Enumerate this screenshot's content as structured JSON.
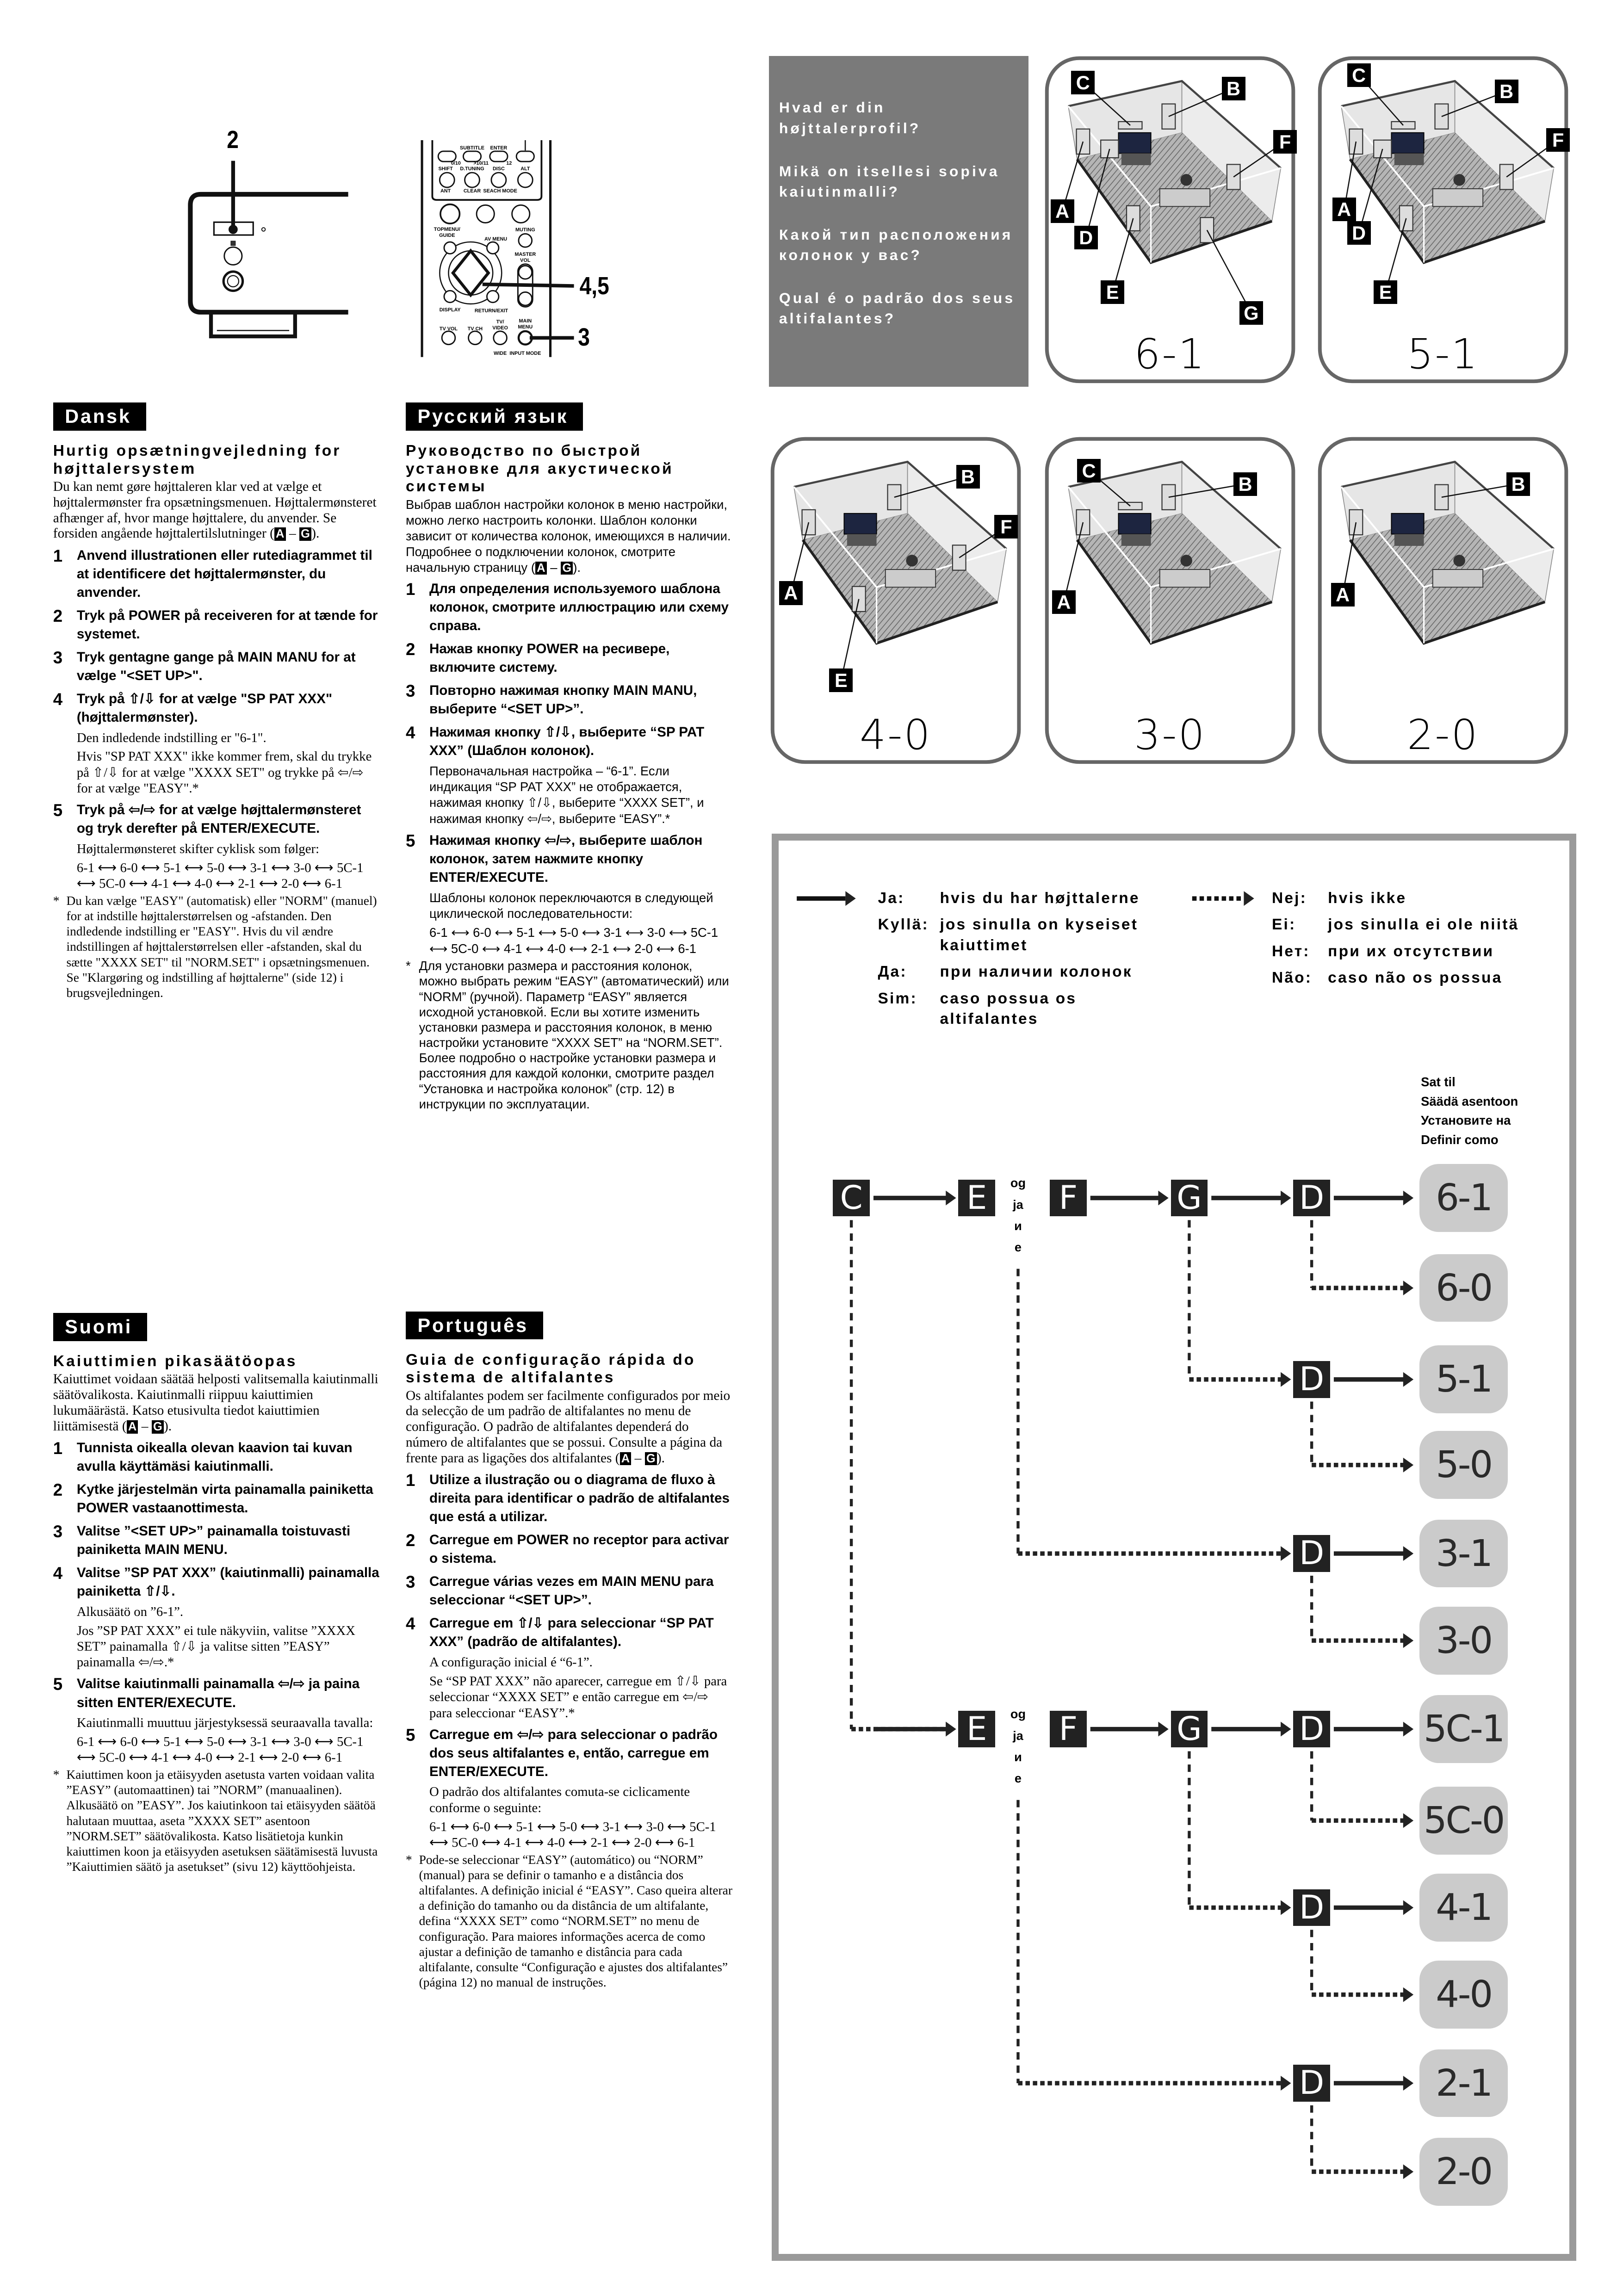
{
  "callouts": {
    "receiver": "2",
    "nav": "4,5",
    "menu": "3"
  },
  "remote": {
    "labels": [
      "SUBTITLE",
      "ENTER",
      "0/10",
      ">10/11",
      "12",
      "SHIFT",
      "D.TUNING",
      "DISC",
      "ALT",
      "ANT",
      "CLEAR",
      "SEACH MODE",
      "TOPMENU/",
      "GUIDE",
      "AV MENU",
      "MUTING",
      "MASTER",
      "VOL",
      "DISPLAY",
      "RETURN/EXIT",
      "TV VOL",
      "TV CH",
      "TV/",
      "VIDEO",
      "MAIN",
      "MENU",
      "WIDE",
      "INPUT MODE"
    ]
  },
  "questions": [
    "Hvad er din højttalerprofil?",
    "Mikä on itsellesi sopiva kaiutinmalli?",
    "Какой тип расположения колонок у вас?",
    "Qual é o padrão dos seus altifalantes?"
  ],
  "rooms": [
    {
      "pattern": "6-1",
      "speakers": [
        "A",
        "B",
        "C",
        "D",
        "E",
        "F",
        "G"
      ]
    },
    {
      "pattern": "5-1",
      "speakers": [
        "A",
        "B",
        "C",
        "D",
        "E",
        "F"
      ]
    },
    {
      "pattern": "4-0",
      "speakers": [
        "A",
        "B",
        "E",
        "F"
      ]
    },
    {
      "pattern": "3-0",
      "speakers": [
        "A",
        "B",
        "C"
      ]
    },
    {
      "pattern": "2-0",
      "speakers": [
        "A",
        "B"
      ]
    }
  ],
  "sections": {
    "da": {
      "header": "Dansk",
      "title": "Hurtig opsætningvejledning for højttalersystem",
      "intro": "Du kan nemt gøre højttaleren klar ved at vælge et højttalermønster fra opsætningsmenuen. Højttalermønsteret afhænger af, hvor mange højttalere, du anvender. Se forsiden angående højttalertilslutninger (",
      "ref_from": "A",
      "ref_dash": " – ",
      "ref_to": "G",
      "intro_end": ").",
      "steps": [
        {
          "num": "1",
          "text": "Anvend illustrationen eller rutediagrammet til at identificere det højttalermønster, du anvender.",
          "notes": []
        },
        {
          "num": "2",
          "text": "Tryk på POWER på receiveren for at tænde for systemet.",
          "notes": []
        },
        {
          "num": "3",
          "text": "Tryk gentagne gange på MAIN MANU for at vælge \"<SET UP>\".",
          "notes": []
        },
        {
          "num": "4",
          "text": "Tryk på ⇧/⇩ for at vælge \"SP PAT XXX\" (højttalermønster).",
          "notes": [
            "Den indledende indstilling er \"6-1\".",
            "Hvis \"SP PAT XXX\" ikke kommer frem, skal du trykke på ⇧/⇩ for at vælge \"XXXX SET\" og trykke på ⇦/⇨ for at vælge \"EASY\".*"
          ]
        },
        {
          "num": "5",
          "text": "Tryk på ⇦/⇨ for at vælge højttalermønsteret og tryk derefter på ENTER/EXECUTE.",
          "notes": [
            "Højttalermønsteret skifter cyklisk som følger:",
            "6-1 ⟷ 6-0 ⟷ 5-1 ⟷ 5-0 ⟷ 3-1 ⟷ 3-0 ⟷ 5C-1 ⟷ 5C-0 ⟷ 4-1 ⟷ 4-0 ⟷ 2-1 ⟷ 2-0 ⟷ 6-1"
          ]
        }
      ],
      "footnote_mark": "*",
      "footnote": "Du kan vælge \"EASY\" (automatisk) eller \"NORM\" (manuel) for at indstille højttalerstørrelsen og -afstanden. Den indledende indstilling er \"EASY\". Hvis du vil ændre indstillingen af højttalerstørrelsen eller -afstanden, skal du sætte \"XXXX SET\" til \"NORM.SET\" i opsætningsmenuen. Se \"Klargøring og indstilling af højttalerne\" (side 12) i brugsvejledningen."
    },
    "ru": {
      "header": "Русский язык",
      "title": "Руководство по быстрой установке для акустической системы",
      "intro": "Выбрав шаблон настройки колонок в меню настройки, можно легко настроить колонки. Шаблон колонки зависит от количества колонок, имеющихся в наличии. Подробнее о подключении колонок, смотрите начальную страницу (",
      "ref_from": "A",
      "ref_dash": " – ",
      "ref_to": "G",
      "intro_end": ").",
      "steps": [
        {
          "num": "1",
          "text": "Для определения используемого шаблона колонок, смотрите иллюстрацию или схему справа.",
          "notes": []
        },
        {
          "num": "2",
          "text": "Нажав кнопку POWER на ресивере, включите систему.",
          "notes": []
        },
        {
          "num": "3",
          "text": "Повторно нажимая кнопку MAIN MANU, выберите “<SET UP>”.",
          "notes": []
        },
        {
          "num": "4",
          "text": "Нажимая кнопку ⇧/⇩, выберите “SP PAT XXX” (Шаблон колонок).",
          "notes": [
            "Первоначальная настройка – “6-1”. Если индикация “SP PAT XXX” не отображается, нажимая кнопку ⇧/⇩, выберите “XXXX SET”, и нажимая кнопку ⇦/⇨, выберите “EASY”.*"
          ]
        },
        {
          "num": "5",
          "text": "Нажимая кнопку ⇦/⇨, выберите шаблон колонок, затем нажмите кнопку ENTER/EXECUTE.",
          "notes": [
            "Шаблоны колонок переключаются в следующей циклической последовательности:",
            "6-1 ⟷ 6-0 ⟷ 5-1 ⟷ 5-0 ⟷ 3-1 ⟷ 3-0 ⟷ 5C-1 ⟷ 5C-0 ⟷ 4-1 ⟷ 4-0 ⟷ 2-1 ⟷ 2-0 ⟷ 6-1"
          ]
        }
      ],
      "footnote_mark": "*",
      "footnote": "Для установки размера и расстояния колонок, можно выбрать режим “EASY” (автоматический) или “NORM” (ручной). Параметр “EASY” является исходной установкой. Если вы хотите изменить установки размера и расстояния колонок, в меню настройки установите “XXXX SET” на “NORM.SET”. Более подробно о настройке установки размера и расстояния для каждой колонки, смотрите раздел “Установка и настройка колонок” (стр. 12) в инструкции по эксплуатации."
    },
    "fi": {
      "header": "Suomi",
      "title": "Kaiuttimien pikasäätöopas",
      "intro": "Kaiuttimet voidaan säätää helposti valitsemalla kaiutinmalli säätövalikosta. Kaiutinmalli riippuu kaiuttimien lukumäärästä. Katso etusivulta tiedot kaiuttimien liittämisestä (",
      "ref_from": "A",
      "ref_dash": " – ",
      "ref_to": "G",
      "intro_end": ").",
      "steps": [
        {
          "num": "1",
          "text": "Tunnista oikealla olevan kaavion tai kuvan avulla käyttämäsi kaiutinmalli.",
          "notes": []
        },
        {
          "num": "2",
          "text": "Kytke järjestelmän virta painamalla painiketta POWER vastaanottimesta.",
          "notes": []
        },
        {
          "num": "3",
          "text": "Valitse ”<SET UP>” painamalla toistuvasti painiketta MAIN MENU.",
          "notes": []
        },
        {
          "num": "4",
          "text": "Valitse ”SP PAT XXX” (kaiutinmalli) painamalla painiketta ⇧/⇩.",
          "notes": [
            "Alkusäätö on ”6-1”.",
            "Jos ”SP PAT XXX” ei tule näkyviin, valitse ”XXXX SET” painamalla ⇧/⇩ ja valitse sitten ”EASY” painamalla ⇦/⇨.*"
          ]
        },
        {
          "num": "5",
          "text": "Valitse kaiutinmalli painamalla ⇦/⇨ ja paina sitten ENTER/EXECUTE.",
          "notes": [
            "Kaiutinmalli muuttuu järjestyksessä seuraavalla tavalla:",
            "6-1 ⟷ 6-0 ⟷ 5-1 ⟷ 5-0 ⟷ 3-1 ⟷ 3-0 ⟷ 5C-1 ⟷ 5C-0 ⟷ 4-1 ⟷ 4-0 ⟷ 2-1 ⟷ 2-0 ⟷ 6-1"
          ]
        }
      ],
      "footnote_mark": "*",
      "footnote": "Kaiuttimen koon ja etäisyyden asetusta varten voidaan valita ”EASY” (automaattinen) tai ”NORM” (manuaalinen). Alkusäätö on ”EASY”. Jos kaiutinkoon tai etäisyyden säätöä halutaan muuttaa, aseta ”XXXX SET” asentoon ”NORM.SET” säätövalikosta. Katso lisätietoja kunkin kaiuttimen koon ja etäisyyden asetuksen säätämisestä luvusta ”Kaiuttimien säätö ja asetukset” (sivu 12) käyttöohjeista."
    },
    "pt": {
      "header": "Português",
      "title": "Guia de configuração rápida do sistema de altifalantes",
      "intro": "Os altifalantes podem ser facilmente configurados por meio da selecção de um padrão de altifalantes no menu de configuração. O padrão de altifalantes dependerá do número de altifalantes que se possui. Consulte a página da frente para as ligações dos altifalantes (",
      "ref_from": "A",
      "ref_dash": " – ",
      "ref_to": "G",
      "intro_end": ").",
      "steps": [
        {
          "num": "1",
          "text": "Utilize a ilustração ou o diagrama de fluxo à direita para identificar o padrão de altifalantes que está a utilizar.",
          "notes": []
        },
        {
          "num": "2",
          "text": "Carregue em POWER no receptor para activar o sistema.",
          "notes": []
        },
        {
          "num": "3",
          "text": "Carregue várias vezes em MAIN MENU para seleccionar “<SET UP>”.",
          "notes": []
        },
        {
          "num": "4",
          "text": "Carregue em ⇧/⇩ para seleccionar “SP PAT XXX” (padrão de altifalantes).",
          "notes": [
            "A configuração inicial é “6-1”.",
            "Se “SP PAT XXX” não aparecer, carregue em ⇧/⇩ para seleccionar “XXXX SET” e então carregue em ⇦/⇨ para seleccionar “EASY”.*"
          ]
        },
        {
          "num": "5",
          "text": "Carregue em ⇦/⇨ para seleccionar o padrão dos seus altifalantes e, então, carregue em ENTER/EXECUTE.",
          "notes": [
            "O padrão dos altifalantes comuta-se ciclicamente conforme o seguinte:",
            "6-1 ⟷ 6-0 ⟷ 5-1 ⟷ 5-0 ⟷ 3-1 ⟷ 3-0 ⟷ 5C-1 ⟷ 5C-0 ⟷ 4-1 ⟷ 4-0 ⟷ 2-1 ⟷ 2-0 ⟷ 6-1"
          ]
        }
      ],
      "footnote_mark": "*",
      "footnote": "Pode-se seleccionar “EASY” (automático) ou “NORM” (manual) para se definir o tamanho e a distância dos altifalantes. A definição inicial é “EASY”. Caso queira alterar a definição do tamanho ou da distância de um altifalante, defina “XXXX SET” como “NORM.SET” no menu de configuração. Para maiores informações acerca de como ajustar a definição de tamanho e distância para cada altifalante, consulte “Configuração e ajustes dos altifalantes” (página 12) no manual de instruções."
    }
  },
  "legend": {
    "yes": [
      {
        "label": "Ja:",
        "text": "hvis du har højttalerne"
      },
      {
        "label": "Kyllä:",
        "text": "jos sinulla on kyseiset kaiuttimet"
      },
      {
        "label": "Да:",
        "text": "при наличии колонок"
      },
      {
        "label": "Sim:",
        "text": "caso possua os altifalantes"
      }
    ],
    "no": [
      {
        "label": "Nej:",
        "text": "hvis ikke"
      },
      {
        "label": "Ei:",
        "text": "jos sinulla ei ole niitä"
      },
      {
        "label": "Нет:",
        "text": "при их отсутствии"
      },
      {
        "label": "Não:",
        "text": "caso não os possua"
      }
    ],
    "set_to": [
      "Sat til",
      "Säädä asentoon",
      "Установите на",
      "Definir como"
    ]
  },
  "flow": {
    "and": [
      "og",
      "ja",
      "и",
      "e"
    ],
    "nodes": [
      "C",
      "E",
      "F",
      "G",
      "D",
      "D",
      "D",
      "E",
      "F",
      "G",
      "D",
      "D",
      "D"
    ],
    "results": [
      "6-1",
      "6-0",
      "5-1",
      "5-0",
      "3-1",
      "3-0",
      "5C-1",
      "5C-0",
      "4-1",
      "4-0",
      "2-1",
      "2-0"
    ]
  }
}
